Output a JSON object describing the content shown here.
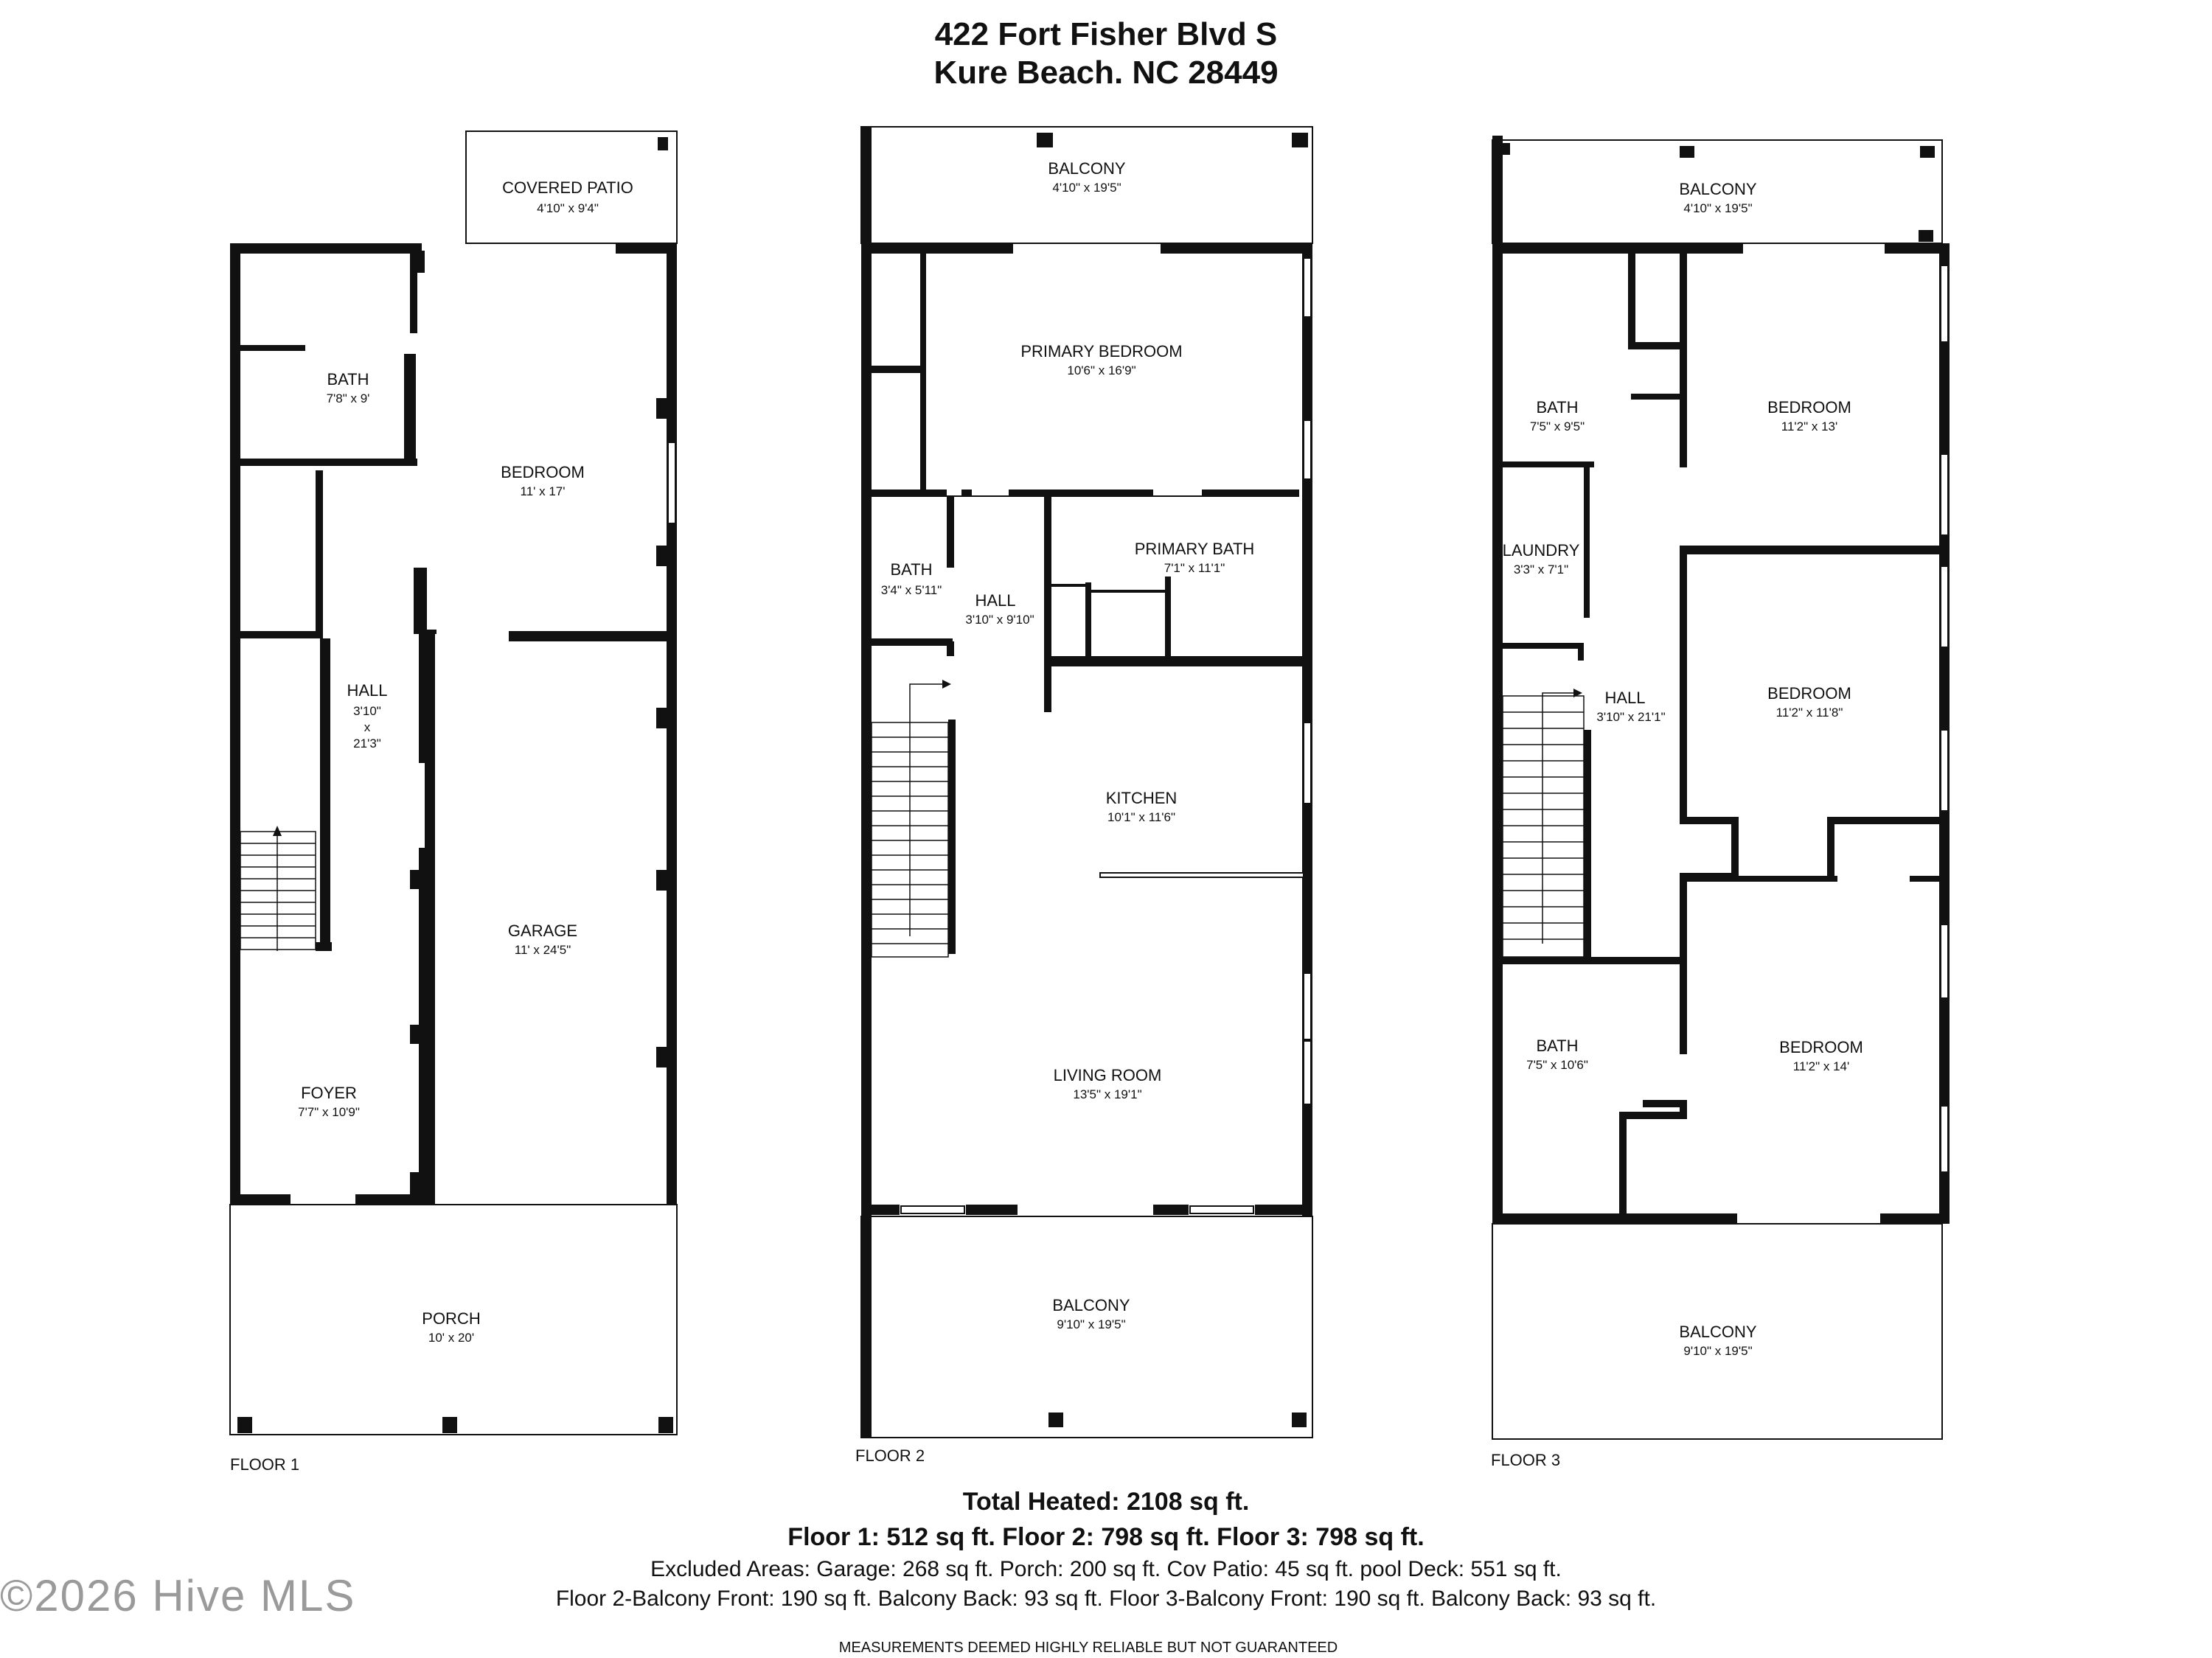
{
  "header": {
    "line1": "422 Fort Fisher Blvd S",
    "line2": "Kure Beach. NC 28449"
  },
  "floors": [
    {
      "label": "FLOOR 1",
      "rooms": [
        {
          "name": "COVERED PATIO",
          "dims": "4'10\" x 9'4\""
        },
        {
          "name": "BATH",
          "dims": "7'8\" x 9'"
        },
        {
          "name": "BEDROOM",
          "dims": "11' x 17'"
        },
        {
          "name": "HALL",
          "dims": "3'10\"",
          "dims2": "x",
          "dims3": "21'3\""
        },
        {
          "name": "GARAGE",
          "dims": "11' x 24'5\""
        },
        {
          "name": "FOYER",
          "dims": "7'7\" x 10'9\""
        },
        {
          "name": "PORCH",
          "dims": "10' x 20'"
        }
      ]
    },
    {
      "label": "FLOOR 2",
      "rooms": [
        {
          "name": "BALCONY",
          "dims": "4'10\" x 19'5\""
        },
        {
          "name": "PRIMARY BEDROOM",
          "dims": "10'6\" x 16'9\""
        },
        {
          "name": "BATH",
          "dims": "3'4\" x 5'11\""
        },
        {
          "name": "HALL",
          "dims": "3'10\" x 9'10\""
        },
        {
          "name": "PRIMARY BATH",
          "dims": "7'1\" x 11'1\""
        },
        {
          "name": "KITCHEN",
          "dims": "10'1\" x 11'6\""
        },
        {
          "name": "LIVING ROOM",
          "dims": "13'5\" x 19'1\""
        },
        {
          "name": "BALCONY",
          "dims": "9'10\" x 19'5\""
        }
      ]
    },
    {
      "label": "FLOOR 3",
      "rooms": [
        {
          "name": "BALCONY",
          "dims": "4'10\" x 19'5\""
        },
        {
          "name": "BATH",
          "dims": "7'5\" x 9'5\""
        },
        {
          "name": "BEDROOM",
          "dims": "11'2\" x 13'"
        },
        {
          "name": "LAUNDRY",
          "dims": "3'3\" x 7'1\""
        },
        {
          "name": "HALL",
          "dims": "3'10\" x 21'1\""
        },
        {
          "name": "BEDROOM",
          "dims": "11'2\" x 11'8\""
        },
        {
          "name": "BATH",
          "dims": "7'5\" x 10'6\""
        },
        {
          "name": "BEDROOM",
          "dims": "11'2\" x 14'"
        },
        {
          "name": "BALCONY",
          "dims": "9'10\" x 19'5\""
        }
      ]
    }
  ],
  "summary": {
    "total": "Total Heated: 2108 sq ft.",
    "floors": "Floor 1: 512 sq ft. Floor 2: 798 sq ft. Floor 3: 798 sq ft.",
    "excluded": "Excluded Areas: Garage: 268 sq ft. Porch: 200 sq ft. Cov Patio: 45 sq ft. pool Deck: 551 sq ft.",
    "balconies": "Floor 2-Balcony Front: 190 sq ft. Balcony Back: 93 sq ft. Floor 3-Balcony Front: 190 sq ft. Balcony Back: 93 sq ft.",
    "disclaimer": "MEASUREMENTS DEEMED HIGHLY RELIABLE BUT NOT GUARANTEED"
  },
  "watermark": "©2026 Hive MLS",
  "colors": {
    "wall": "#111111",
    "window": "#bdbdbd",
    "background": "#ffffff"
  }
}
